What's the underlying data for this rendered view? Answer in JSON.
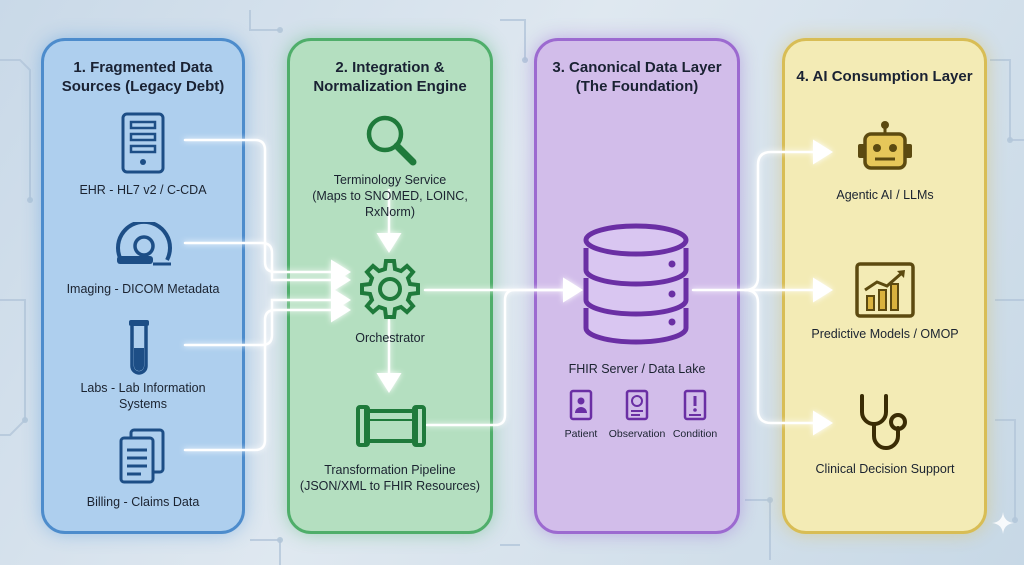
{
  "panels": [
    {
      "title_line1": "1. Fragmented Data",
      "title_line2": "Sources (Legacy Debt)"
    },
    {
      "title_line1": "2. Integration &",
      "title_line2": "Normalization Engine"
    },
    {
      "title_line1": "3. Canonical Data Layer",
      "title_line2": "(The Foundation)"
    },
    {
      "title_line1": "4. AI Consumption Layer",
      "title_line2": ""
    }
  ],
  "sources": [
    {
      "label_line1": "EHR - HL7 v2 / C-CDA",
      "label_line2": "",
      "icon": "server-icon"
    },
    {
      "label_line1": "Imaging - DICOM Metadata",
      "label_line2": "",
      "icon": "mri-scanner-icon"
    },
    {
      "label_line1": "Labs - Lab Information",
      "label_line2": "Systems",
      "icon": "test-tube-icon"
    },
    {
      "label_line1": "Billing - Claims Data",
      "label_line2": "",
      "icon": "documents-icon"
    }
  ],
  "engine": {
    "terminology_line1": "Terminology Service",
    "terminology_line2": "(Maps to SNOMED, LOINC,",
    "terminology_line3": "RxNorm)",
    "orchestrator": "Orchestrator",
    "pipeline_line1": "Transformation Pipeline",
    "pipeline_line2": "(JSON/XML to FHIR Resources)"
  },
  "canonical": {
    "store": "FHIR Server / Data Lake",
    "resources": [
      "Patient",
      "Observation",
      "Condition"
    ]
  },
  "consumers": [
    {
      "label": "Agentic AI / LLMs",
      "icon": "robot-icon"
    },
    {
      "label": "Predictive Models / OMOP",
      "icon": "trend-chart-icon"
    },
    {
      "label": "Clinical Decision Support",
      "icon": "stethoscope-icon"
    }
  ],
  "colors": {
    "panel1": "#aecfee",
    "panel2": "#b4dfc0",
    "panel3": "#d2bdea",
    "panel4": "#f3ebb5",
    "connector": "#ffffff",
    "glow": "#7fd4ff"
  }
}
